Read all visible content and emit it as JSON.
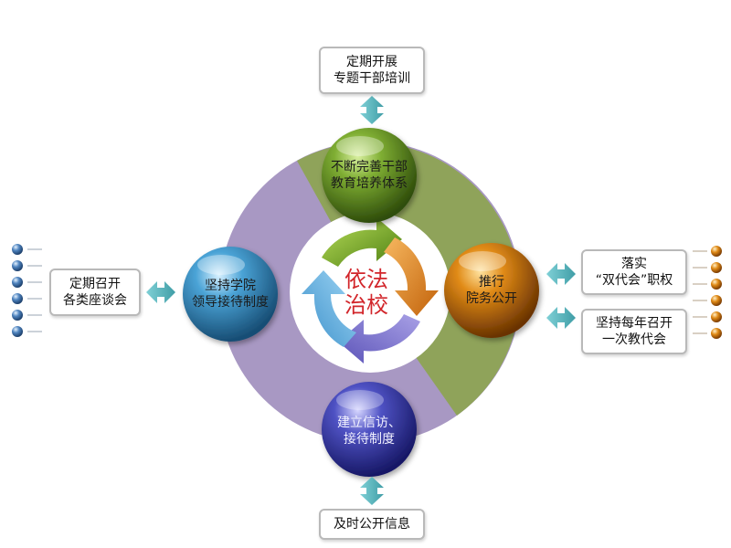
{
  "center": {
    "line1": "依法",
    "line2": "治校"
  },
  "spheres": {
    "top": {
      "line1": "不断完善干部",
      "line2": "教育培养体系"
    },
    "right": {
      "line1": "推行",
      "line2": "院务公开"
    },
    "bottom": {
      "line1": "建立信访、",
      "line2": "接待制度"
    },
    "left": {
      "line1": "坚持学院",
      "line2": "领导接待制度"
    }
  },
  "boxes": {
    "top": {
      "line1": "定期开展",
      "line2": "专题干部培训"
    },
    "left": {
      "line1": "定期召开",
      "line2": "各类座谈会"
    },
    "right_top": {
      "line1": "落实",
      "line2": "“双代会”职权"
    },
    "right_bottom": {
      "line1": "坚持每年召开",
      "line2": "一次教代会"
    },
    "bottom": {
      "line1": "及时公开信息"
    }
  },
  "colors": {
    "ring_purple": "#a898c3",
    "ring_green": "#8fa35a",
    "sphere_green": "#5f8a1e",
    "sphere_orange": "#c06a08",
    "sphere_blue": "#3b8fc2",
    "sphere_purple": "#3c3fa6",
    "connector": "#5fb7bf",
    "center_text": "#d2262b"
  },
  "icons": {
    "cycle": "circular-arrows-icon",
    "connector": "double-arrow-icon",
    "dots_left": "blue-dot-icon",
    "dots_right": "orange-dot-icon"
  }
}
